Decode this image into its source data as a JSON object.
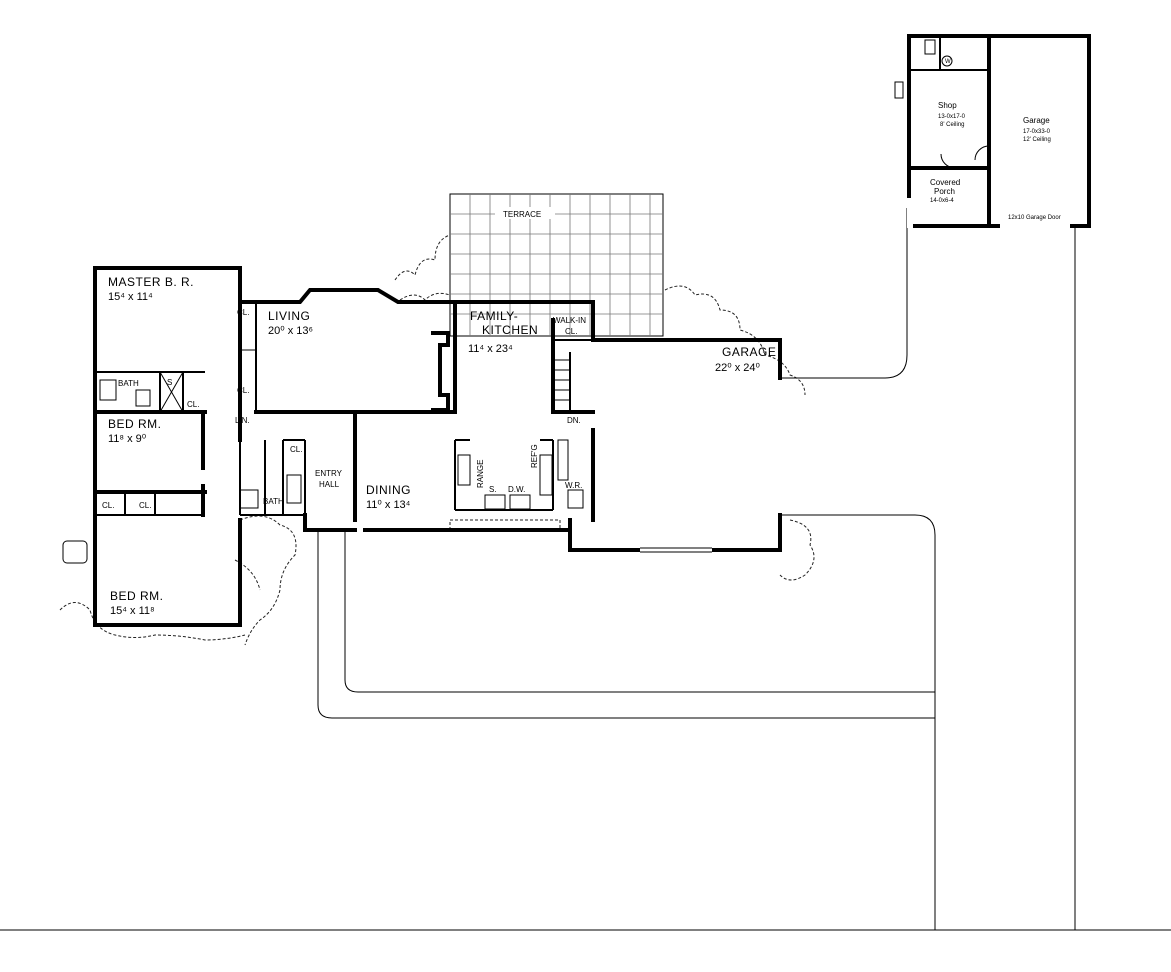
{
  "labels": {
    "master_br": "MASTER B. R.",
    "master_br_dim": "15⁴ x 11⁴",
    "bath_upper": "BATH",
    "shower": "S",
    "closet": "CL.",
    "bed_rm_1": "BED RM.",
    "bed_rm_1_dim": "11⁸ x 9⁰",
    "bed_rm_2": "BED RM.",
    "bed_rm_2_dim": "15⁴ x 11⁸",
    "living": "LIVING",
    "living_dim": "20⁰ x 13⁶",
    "linen": "LIN.",
    "entry_hall_1": "ENTRY",
    "entry_hall_2": "HALL",
    "bath_lower": "BATH",
    "dining": "DINING",
    "dining_dim": "11⁰ x 13⁴",
    "family_1": "FAMILY-",
    "family_2": "KITCHEN",
    "family_dim": "11⁴ x 23⁴",
    "walkin_1": "WALK-IN",
    "walkin_2": "CL.",
    "down": "DN.",
    "range": "RANGE",
    "refg": "REF'G",
    "sink": "S.",
    "dishwasher": "D.W.",
    "wash_room": "W.R.",
    "terrace": "TERRACE",
    "garage": "GARAGE",
    "garage_dim": "22⁰ x 24⁰",
    "shop": "Shop",
    "shop_dim": "13-0x17-0",
    "shop_ceiling": "8' Ceiling",
    "garage2": "Garage",
    "garage2_dim": "17-0x33-0",
    "garage2_ceiling": "12' Ceiling",
    "porch_1": "Covered",
    "porch_2": "Porch",
    "porch_dim": "14-0x6-4",
    "garage_door": "12x10 Garage Door",
    "washer": "W"
  }
}
